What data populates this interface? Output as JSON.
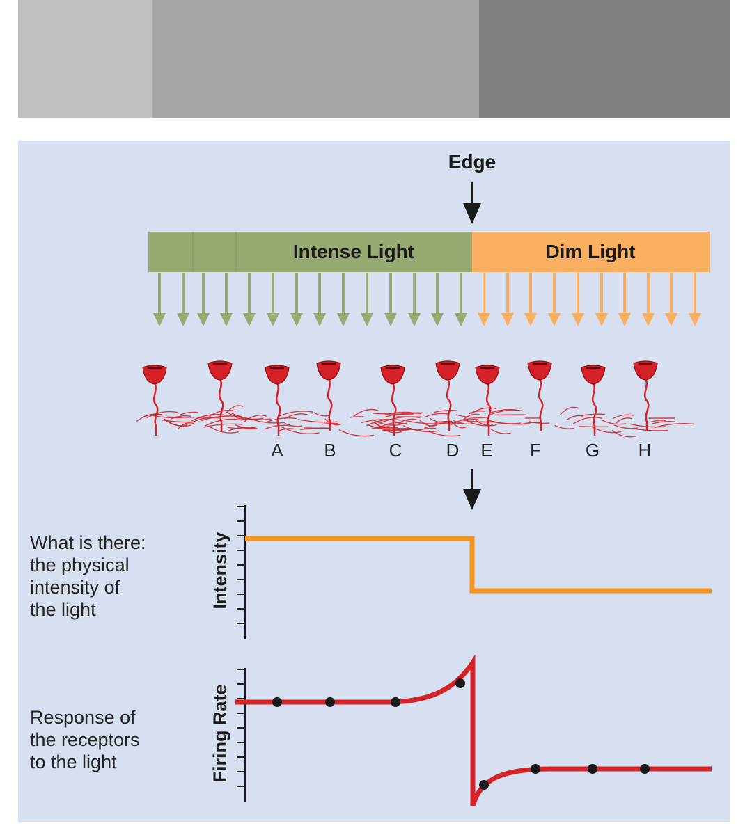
{
  "colors": {
    "panel_bg": "#d6e0f1",
    "gray_light": "#c0c0c0",
    "gray_mid": "#a6a6a6",
    "gray_dark": "#808080",
    "intense_green": "#97aa72",
    "dim_orange": "#fbb061",
    "intensity_line": "#f7941d",
    "firing_line": "#d6232a",
    "receptor_red": "#d42027",
    "ink": "#1a1a1a"
  },
  "top_strip": {
    "segments": [
      {
        "name": "light-gray",
        "color_key": "gray_light"
      },
      {
        "name": "mid-gray",
        "color_key": "gray_mid"
      },
      {
        "name": "dark-gray",
        "color_key": "gray_dark"
      }
    ]
  },
  "edge_label": "Edge",
  "light_bar": {
    "intense_label": "Intense Light",
    "dim_label": "Dim Light"
  },
  "receptors": {
    "labels": [
      "A",
      "B",
      "C",
      "D",
      "E",
      "F",
      "G",
      "H"
    ]
  },
  "intensity_plot": {
    "axis_label": "Intensity",
    "caption": [
      "What is there:",
      "the physical",
      "intensity of",
      "the light"
    ]
  },
  "firing_plot": {
    "axis_label": "Firing Rate",
    "caption": [
      "Response of",
      "the receptors",
      "to the light"
    ]
  }
}
